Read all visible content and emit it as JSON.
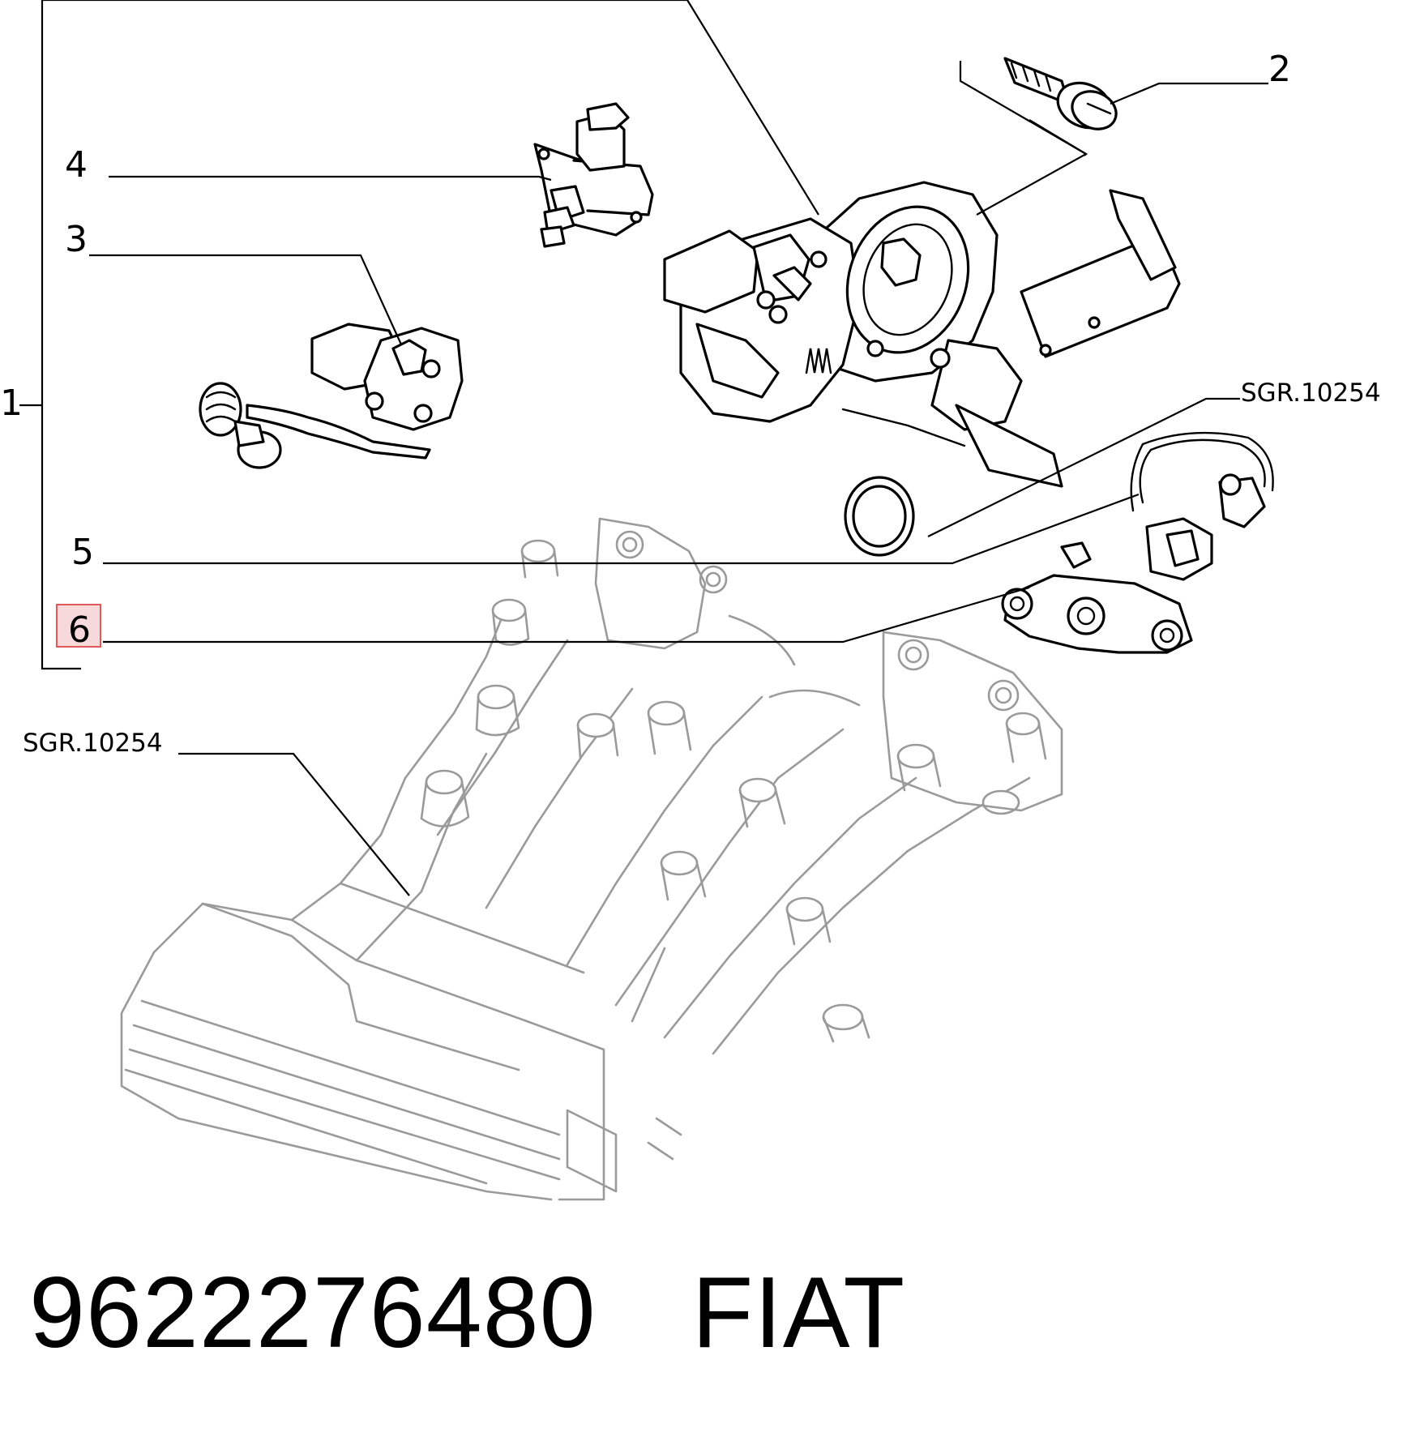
{
  "callouts": {
    "c1": "1",
    "c2": "2",
    "c3": "3",
    "c4": "4",
    "c5": "5",
    "c6": "6"
  },
  "references": {
    "ref_right": "SGR.10254",
    "ref_left": "SGR.10254"
  },
  "highlighted_callout": "6",
  "colors": {
    "highlight_border": "#e05a5a",
    "highlight_fill": "#f7d9dc",
    "ghost_lines": "#9a9a9a"
  },
  "footer": {
    "part_number": "9622276480",
    "brand": "FIAT"
  }
}
